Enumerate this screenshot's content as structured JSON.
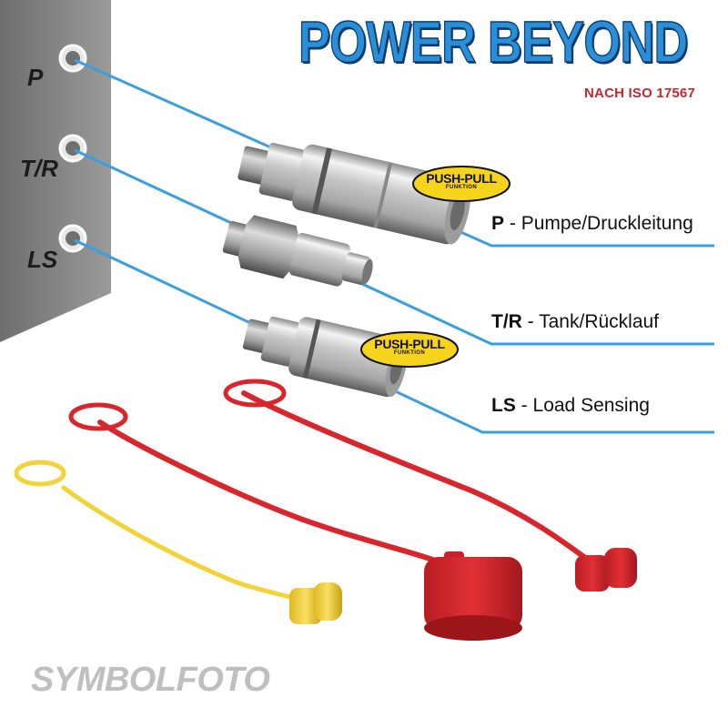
{
  "title": "POWER BEYOND",
  "subtitle": "NACH ISO 17567",
  "ports": [
    {
      "label": "P",
      "code": "P",
      "description": "Pumpe/Druckleitung"
    },
    {
      "label": "T/R",
      "code": "T/R",
      "description": "Tank/Rücklauf"
    },
    {
      "label": "LS",
      "code": "LS",
      "description": "Load Sensing"
    }
  ],
  "callout_separator": " - ",
  "badge": {
    "main": "PUSH-PULL",
    "sub": "FUNKTION"
  },
  "watermark": "SYMBOLFOTO",
  "colors": {
    "title_blue": "#2a8fd6",
    "title_outline": "#0d3d73",
    "subtitle_red": "#c8272d",
    "hose_blue": "#3a9fe0",
    "panel_gray": "#8a8a8a",
    "cap_red": "#d8262c",
    "cap_yellow": "#f2d43a",
    "badge_yellow": "#f7d41c"
  }
}
